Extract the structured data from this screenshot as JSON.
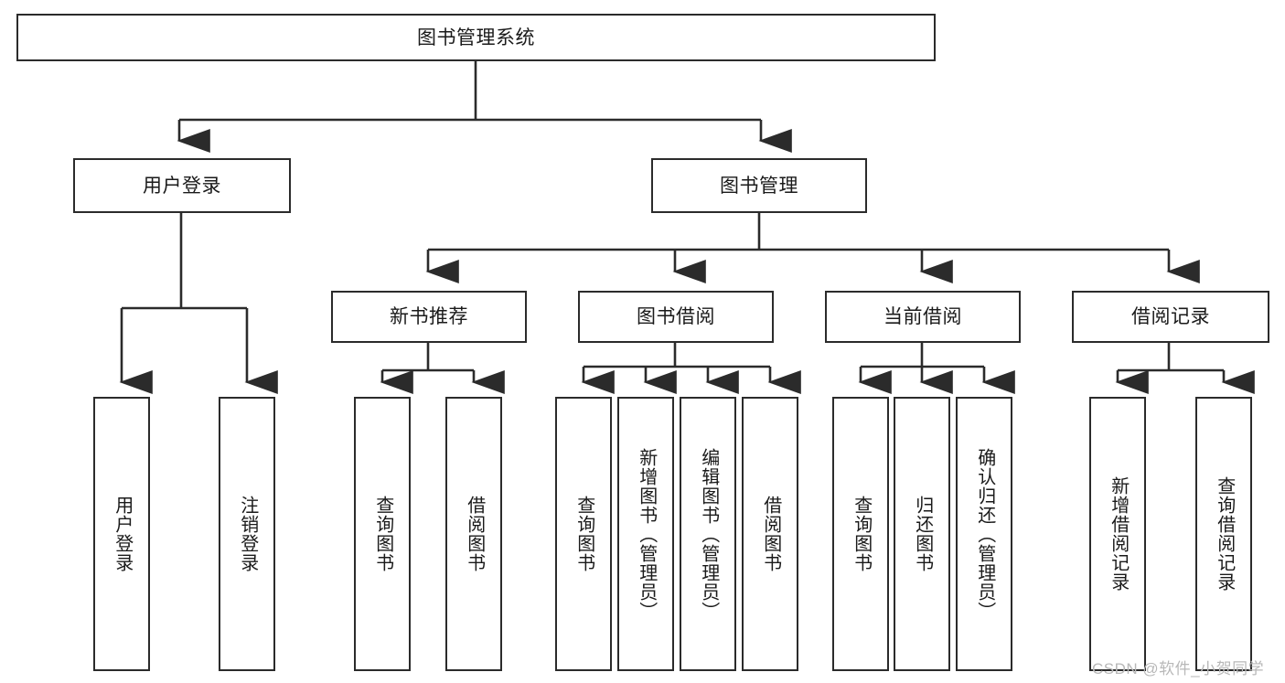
{
  "diagram": {
    "title": "图书管理系统",
    "type": "tree-hierarchy-diagram",
    "colors": {
      "stroke": "#2b2b2b",
      "fill": "#ffffff",
      "text": "#1a1a1a",
      "watermark": "#b8b8b8"
    },
    "root": {
      "label": "图书管理系统"
    },
    "level1": [
      {
        "label": "用户登录"
      },
      {
        "label": "图书管理"
      }
    ],
    "level2": [
      {
        "label": "新书推荐"
      },
      {
        "label": "图书借阅"
      },
      {
        "label": "当前借阅"
      },
      {
        "label": "借阅记录"
      }
    ],
    "leaves": {
      "user_login": [
        {
          "label": "用户登录"
        },
        {
          "label": "注销登录"
        }
      ],
      "new_book_recommend": [
        {
          "label": "查询图书"
        },
        {
          "label": "借阅图书"
        }
      ],
      "book_borrow": [
        {
          "label": "查询图书"
        },
        {
          "label": "新增图书（管理员）"
        },
        {
          "label": "编辑图书（管理员）"
        },
        {
          "label": "借阅图书"
        }
      ],
      "current_borrow": [
        {
          "label": "查询图书"
        },
        {
          "label": "归还图书"
        },
        {
          "label": "确认归还（管理员）"
        }
      ],
      "borrow_record": [
        {
          "label": "新增借阅记录"
        },
        {
          "label": "查询借阅记录"
        }
      ]
    },
    "watermark": "CSDN @软件_小贺同学"
  }
}
